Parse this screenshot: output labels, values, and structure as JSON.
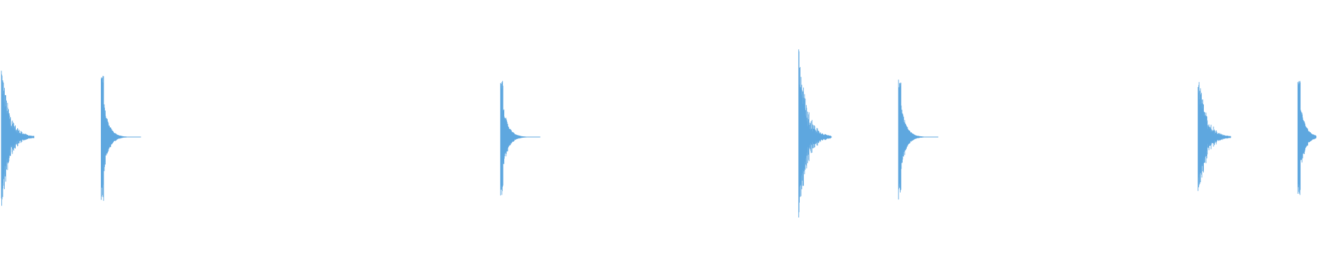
{
  "waveform": {
    "color": "#5ea7df",
    "background": "#ffffff",
    "hits": [
      {
        "time": 0.0,
        "amplitude": 0.79,
        "style": "ringing"
      },
      {
        "time": 0.076,
        "amplitude": 0.62,
        "style": "decay"
      },
      {
        "time": 0.38,
        "amplitude": 0.57,
        "style": "decay"
      },
      {
        "time": 0.607,
        "amplitude": 0.97,
        "style": "ringing"
      },
      {
        "time": 0.683,
        "amplitude": 0.58,
        "style": "decay"
      },
      {
        "time": 0.911,
        "amplitude": 0.74,
        "style": "ringing"
      },
      {
        "time": 0.987,
        "amplitude": 0.57,
        "style": "decay"
      }
    ]
  }
}
